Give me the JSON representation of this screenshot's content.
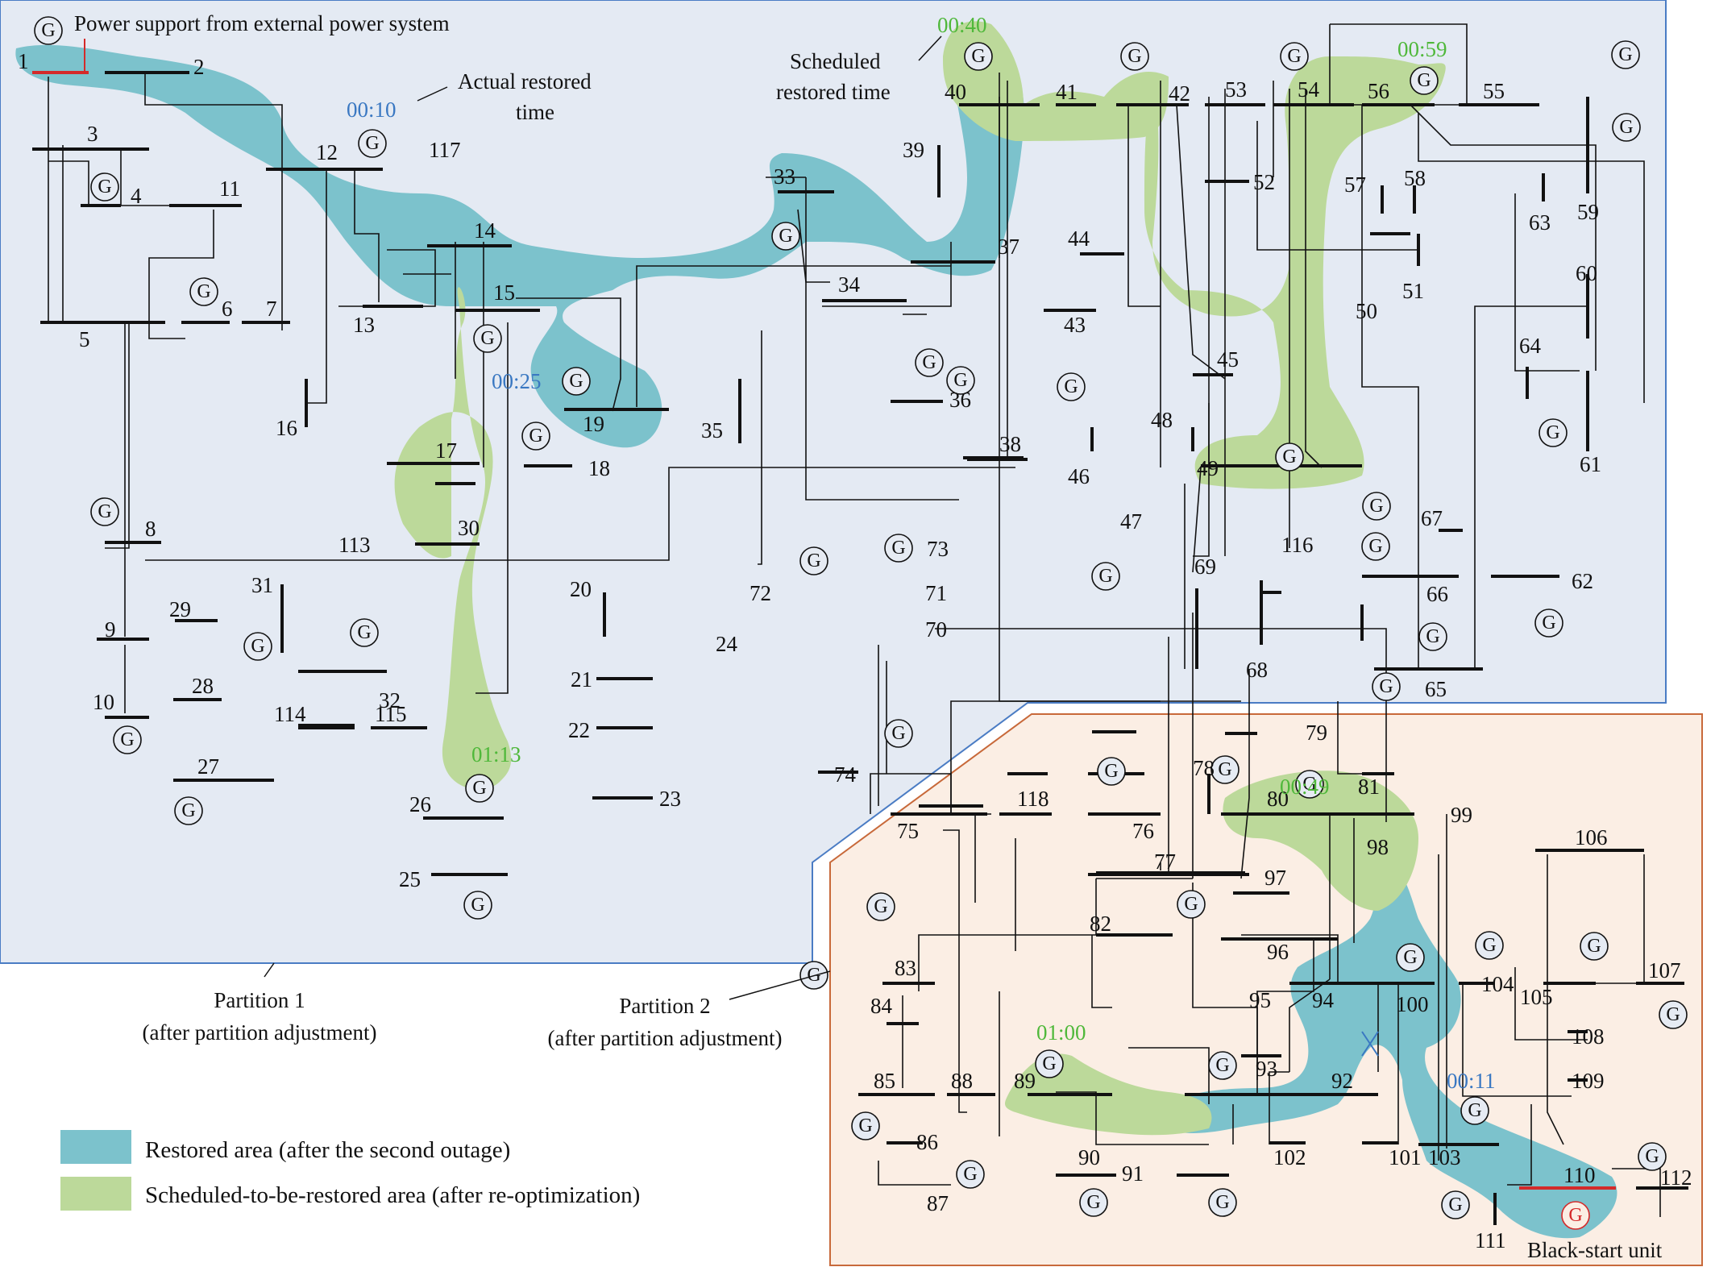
{
  "annotations": {
    "external_support": "Power support from external power system",
    "actual_restored_line1": "Actual restored",
    "actual_restored_line2": "time",
    "scheduled_restored_line1": "Scheduled",
    "scheduled_restored_line2": "restored time",
    "partition1_line1": "Partition 1",
    "partition1_line2": "(after partition adjustment)",
    "partition2_line1": "Partition 2",
    "partition2_line2": "(after partition adjustment)",
    "black_start": "Black-start unit"
  },
  "legend": {
    "restored": "Restored area (after the second outage)",
    "scheduled": "Scheduled-to-be-restored area (after re-optimization)"
  },
  "colors": {
    "partition1_fill": "#e4eaf3",
    "partition1_border": "#4a7cc4",
    "partition2_fill": "#fbeee4",
    "partition2_border": "#c8693a",
    "restored": "#7cc2cc",
    "scheduled": "#bcd99a",
    "actual_time": "#3a78c2",
    "scheduled_time": "#4fb83a",
    "highlight_red": "#d42a2a"
  },
  "times": {
    "t1": "00:10",
    "t2": "00:25",
    "t3": "00:40",
    "t4": "00:59",
    "t5": "01:13",
    "t6": "00:49",
    "t7": "01:00",
    "t8": "00:11"
  },
  "generator_symbol": "G",
  "bus_labels": [
    "1",
    "2",
    "3",
    "4",
    "5",
    "6",
    "7",
    "8",
    "9",
    "10",
    "11",
    "12",
    "13",
    "14",
    "15",
    "16",
    "17",
    "18",
    "19",
    "20",
    "21",
    "22",
    "23",
    "24",
    "25",
    "26",
    "27",
    "28",
    "29",
    "30",
    "31",
    "32",
    "33",
    "34",
    "35",
    "36",
    "37",
    "38",
    "39",
    "40",
    "41",
    "42",
    "43",
    "44",
    "45",
    "46",
    "47",
    "48",
    "49",
    "50",
    "51",
    "52",
    "53",
    "54",
    "55",
    "56",
    "57",
    "58",
    "59",
    "60",
    "61",
    "62",
    "63",
    "64",
    "65",
    "66",
    "67",
    "68",
    "69",
    "70",
    "71",
    "72",
    "73",
    "74",
    "75",
    "76",
    "77",
    "78",
    "79",
    "80",
    "81",
    "82",
    "83",
    "84",
    "85",
    "86",
    "87",
    "88",
    "89",
    "90",
    "91",
    "92",
    "93",
    "94",
    "95",
    "96",
    "97",
    "98",
    "99",
    "100",
    "101",
    "102",
    "103",
    "104",
    "105",
    "106",
    "107",
    "108",
    "109",
    "110",
    "111",
    "112",
    "113",
    "114",
    "115",
    "116",
    "117",
    "118"
  ]
}
